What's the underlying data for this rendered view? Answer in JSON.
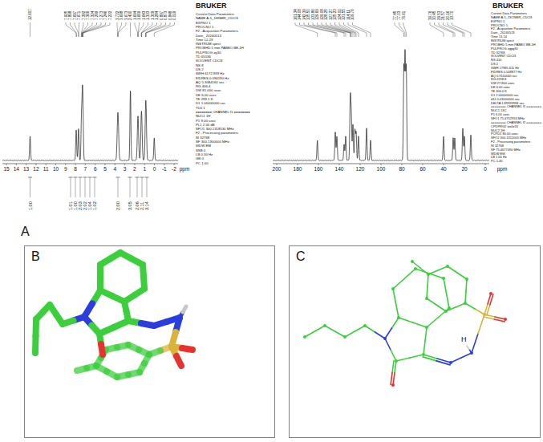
{
  "diagram": {
    "nodes": [
      {
        "text": [
          "B"
        ]
      },
      {
        "text": [
          "C"
        ]
      }
    ],
    "labels": [
      "A",
      "BRUKER",
      "Current Data Parameters",
      "NAME A-5_1HNMR_CDCl3",
      "EXPNO 1",
      "PROCNO 1",
      "F2 - Acquisition Parameters",
      "Date_ 20240513",
      "Time 12.29",
      "INSTRUM spect",
      "PROBHD 5 mm PABBO BB-1H",
      "PULPROG zg30",
      "TD 65536",
      "SOLVENT CDCl3",
      "NS 8",
      "DS 2",
      "SWH 6172.839 Hz",
      "FIDRES 0.094190 Hz",
      "AQ 5.3084160 sec",
      "RG 406.4",
      "DW 81.000 usec",
      "DE 6.00 usec",
      "TE 299.1 K",
      "D1 1.00000000 sec",
      "TD0 1",
      "======== CHANNEL f1 ========",
      "NUC1 1H",
      "P1 9.00 usec",
      "PL1 2.00 dB",
      "SFO1 300.1318530 MHz",
      "F2 - Processing parameters",
      "SI 32768",
      "SF 300.1300000 MHz",
      "WDW EM",
      "SSB 0",
      "LB 0.30 Hz",
      "GB 0",
      "PC 1.00",
      "12.607",
      "7.925",
      "7.898",
      "7.697",
      "7.671",
      "7.392",
      "7.366",
      "7.324",
      "7.299",
      "7.273",
      "7.246",
      "7.222",
      "3.722",
      "3.698",
      "3.673",
      "2.430",
      "1.694",
      "1.669",
      "1.643",
      "1.333",
      "1.309",
      "1.284",
      "0.897",
      "0.873",
      "0.848",
      "0.019",
      "15",
      "14",
      "13",
      "12",
      "11",
      "10",
      "9",
      "8",
      "7",
      "6",
      "5",
      "4",
      "3",
      "2",
      "1",
      "0",
      "-1",
      "-2",
      "ppm",
      "1.00",
      "1.01",
      "1.00",
      "2.03",
      "2.02",
      "1.04",
      "1.02",
      "2.00",
      "3.05",
      "2.06",
      "2.11",
      "3.14",
      "BRUKER",
      "Current Data Parameters",
      "NAME A-5_13CNMR_CDCl3",
      "EXPNO 1",
      "PROCNO 1",
      "F2 - Acquisition Parameters",
      "Date_ 20240513",
      "Time 13.14",
      "INSTRUM spect",
      "PROBHD 5 mm PABBO BB-1H",
      "PULPROG zgpg30",
      "TD 32768",
      "SOLVENT CDCl3",
      "NS 410",
      "DS 2",
      "SWH 17985.611 Hz",
      "FIDRES 0.548877 Hz",
      "AQ 0.9110040 sec",
      "RG 2298.8",
      "DW 27.800 usec",
      "DE 6.00 usec",
      "TE 300.0 K",
      "D1 2.00000000 sec",
      "d11 0.03000000 sec",
      "DELTA 1.89999998 sec",
      "======== CHANNEL f1 ========",
      "NUC1 13C",
      "P1 6.00 usec",
      "SFO1 75.4752953 MHz",
      "======== CHANNEL f2 ========",
      "CPDPRG2 waltz16",
      "NUC2 1H",
      "PCPD2 80.00 usec",
      "SFO2 300.1312005 MHz",
      "F2 - Processing parameters",
      "SI 32768",
      "SF 75.4677490 MHz",
      "WDW EM",
      "LB 1.00 Hz",
      "PC 1.40",
      "161.34",
      "144.08",
      "142.39",
      "135.50",
      "133.86",
      "129.69",
      "129.08",
      "128.25",
      "127.27",
      "125.23",
      "124.01",
      "121.55",
      "114.11",
      "109.76",
      "77.45",
      "77.03",
      "76.61",
      "39.76",
      "30.45",
      "29.53",
      "21.57",
      "20.16",
      "13.70",
      "200",
      "180",
      "160",
      "140",
      "120",
      "100",
      "80",
      "60",
      "40",
      "20",
      "0",
      "ppm",
      "H"
    ]
  }
}
